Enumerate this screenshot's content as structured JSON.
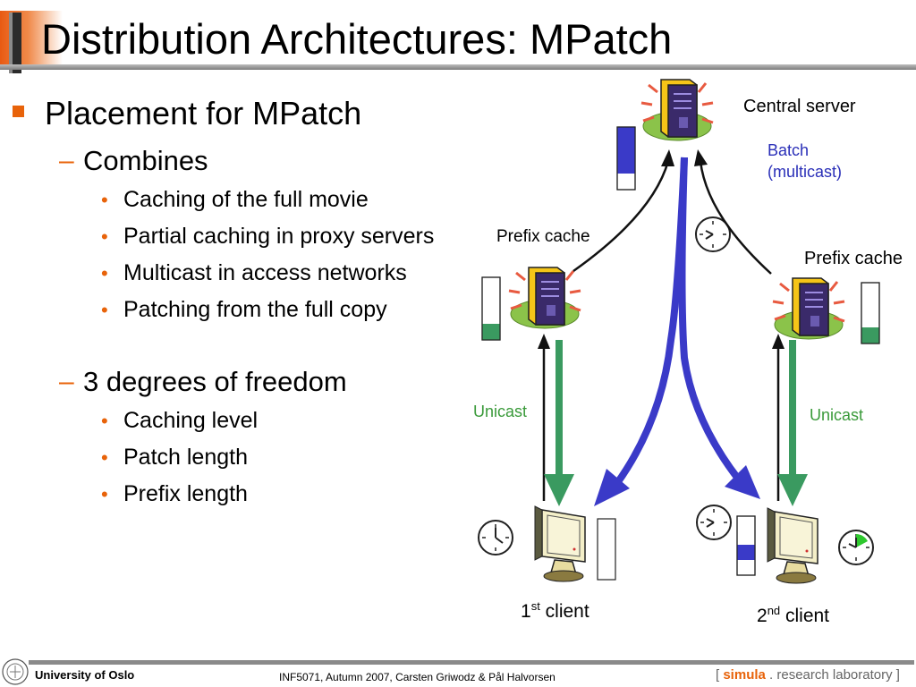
{
  "title": "Distribution Architectures: MPatch",
  "bullets": {
    "main": "Placement for MPatch",
    "group1": {
      "heading": "Combines",
      "items": [
        "Caching of the full movie",
        "Partial caching in proxy servers",
        "Multicast in access networks",
        "Patching from the full copy"
      ]
    },
    "group2": {
      "heading": "3 degrees of freedom",
      "items": [
        "Caching level",
        "Patch length",
        "Prefix length"
      ]
    }
  },
  "diagram": {
    "central_server": "Central server",
    "batch_line1": "Batch",
    "batch_line2": "(multicast)",
    "prefix_cache_left": "Prefix cache",
    "prefix_cache_right": "Prefix cache",
    "unicast_left": "Unicast",
    "unicast_right": "Unicast",
    "client1_num": "1",
    "client1_sup": "st",
    "client1_word": " client",
    "client2_num": "2",
    "client2_sup": "nd",
    "client2_word": " client",
    "colors": {
      "multicast": "#3a3ac8",
      "unicast": "#3a9a60",
      "accent": "#e8630a"
    }
  },
  "footer": {
    "university": "University of Oslo",
    "course": "INF5071,  Autumn 2007,  Carsten Griwodz & Pål Halvorsen",
    "lab_open": "[ ",
    "lab_brand": "simula",
    "lab_rest": " . research laboratory ]"
  }
}
